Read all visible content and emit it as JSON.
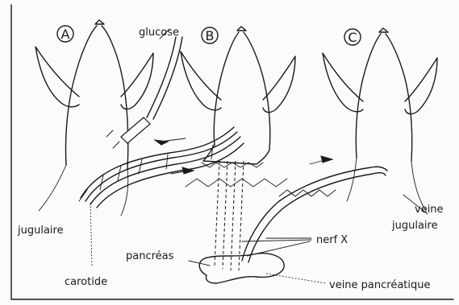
{
  "panels": {
    "a": "A",
    "b": "B",
    "c": "C"
  },
  "labels": {
    "glucose": "glucose",
    "jugulaire": "jugulaire",
    "carotide": "carotide",
    "pancreas": "pancréas",
    "nerf_x": "nerf X",
    "veine_jugulaire_1": "veine",
    "veine_jugulaire_2": "jugulaire",
    "veine_pancreatique": "veine pancréatique"
  }
}
